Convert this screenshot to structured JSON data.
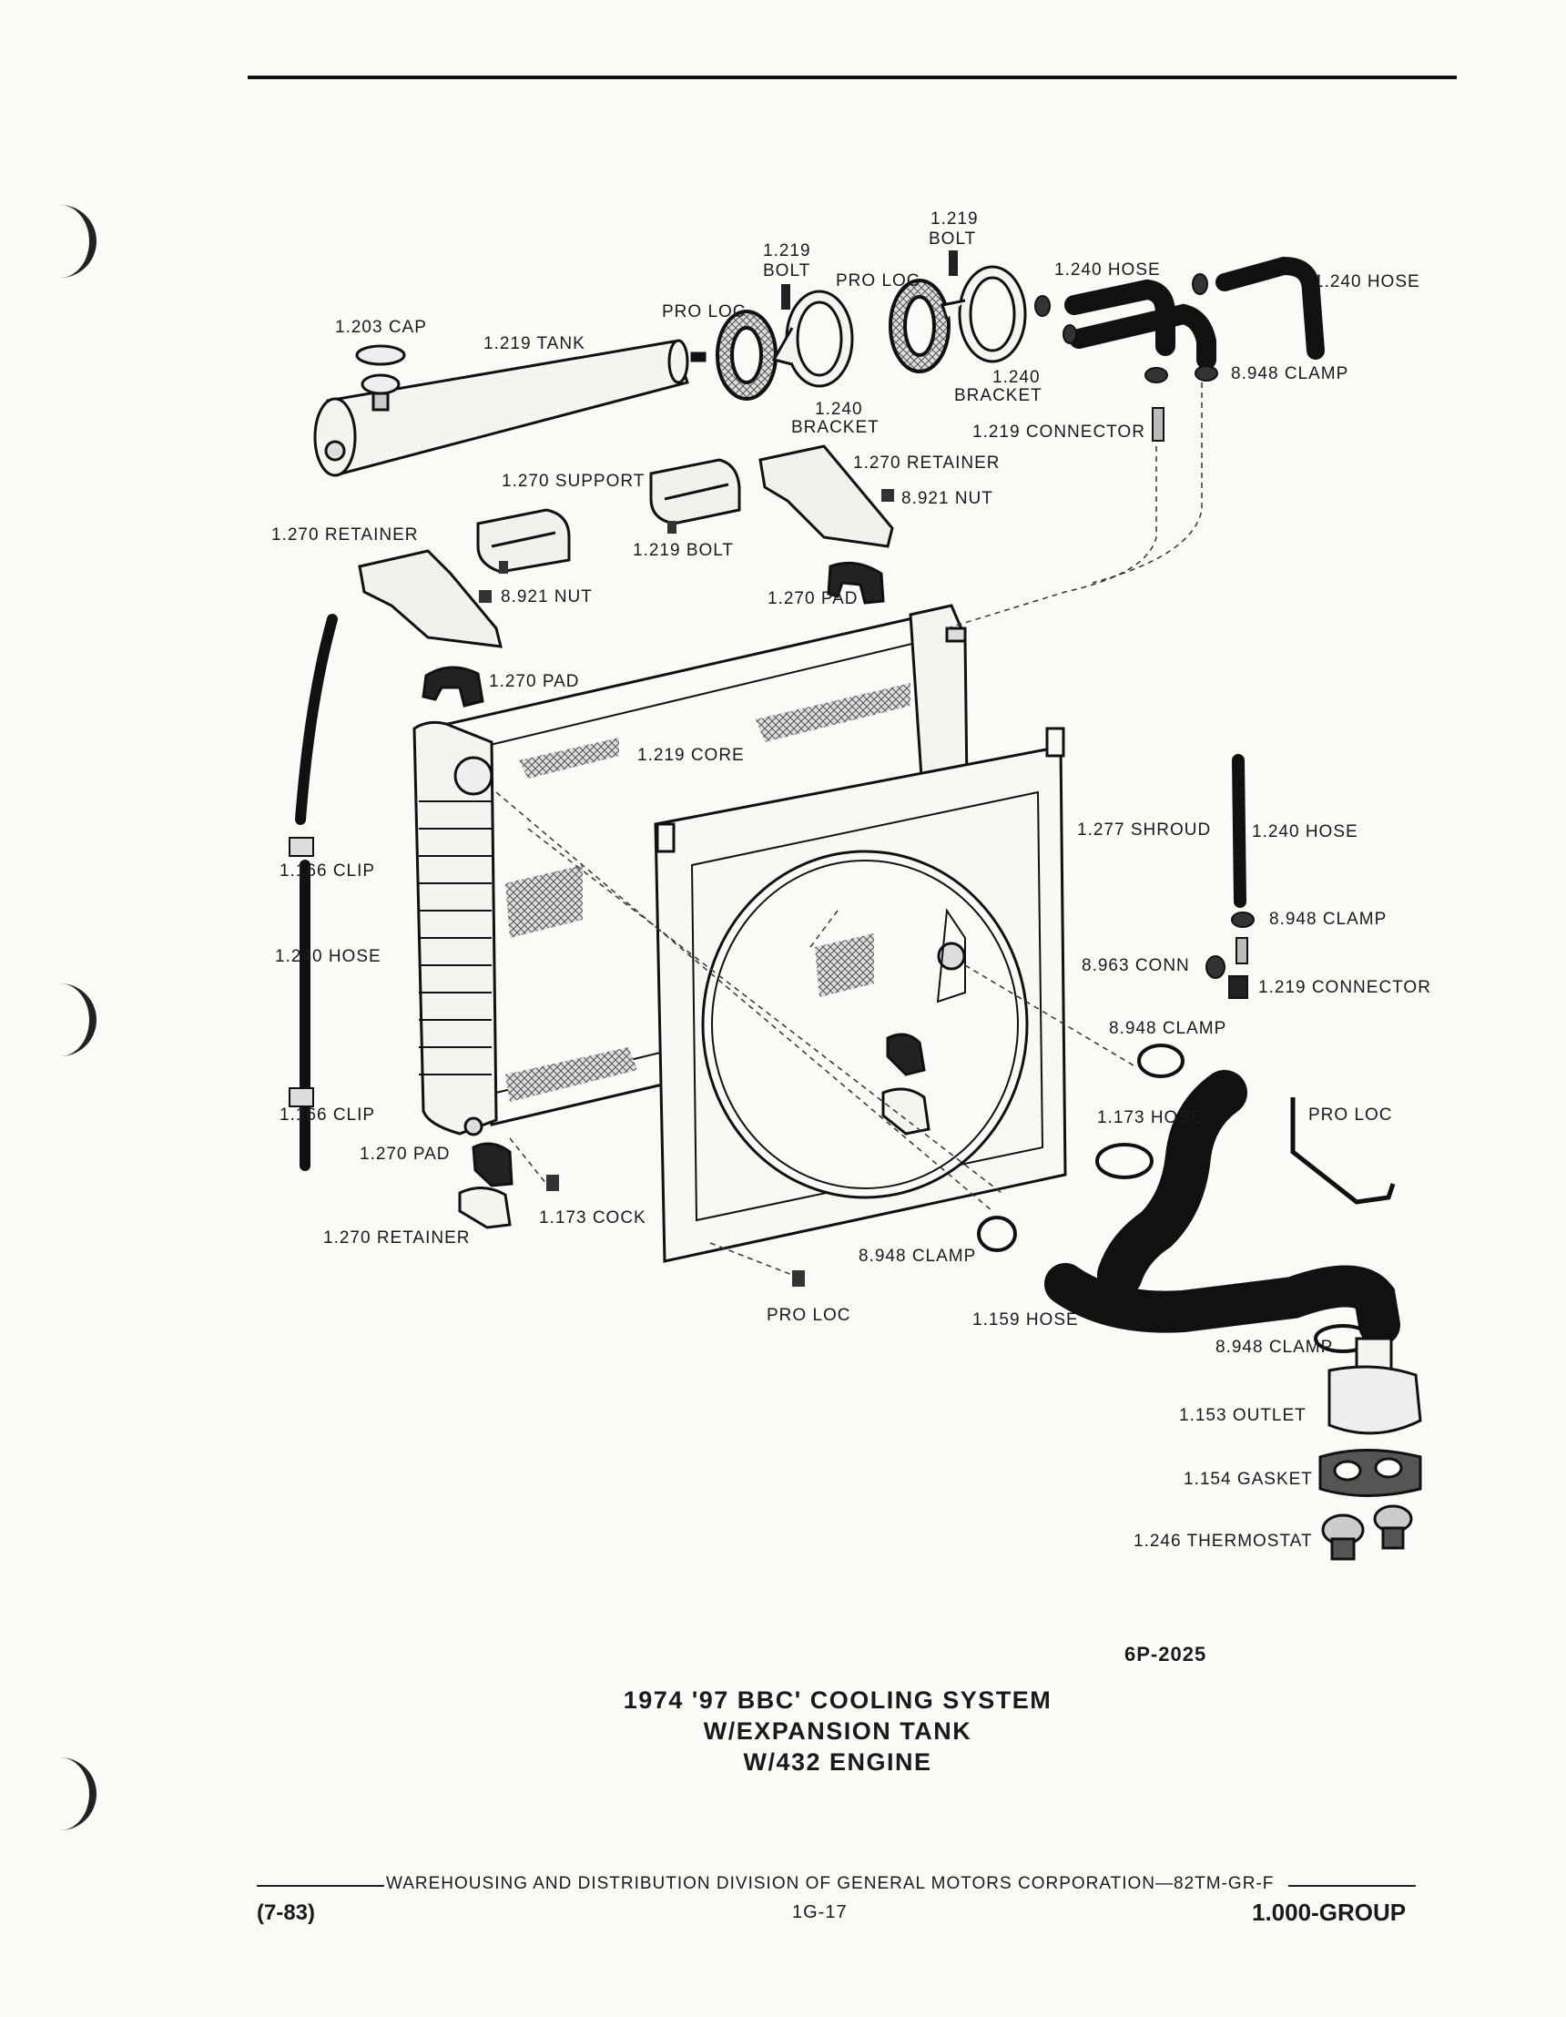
{
  "labels": {
    "bolt_1219_a_num": "1.219",
    "bolt_1219_a_txt": "BOLT",
    "bolt_1219_b_num": "1.219",
    "bolt_1219_b_txt": "BOLT",
    "pro_loc_a": "PRO LOC",
    "pro_loc_b": "PRO LOC",
    "hose_1240_a": "1.240 HOSE",
    "hose_1240_b": "1.240 HOSE",
    "cap_1203": "1.203 CAP",
    "tank_1219": "1.219 TANK",
    "clamp_8948_a": "8.948 CLAMP",
    "bracket_1240_a_num": "1.240",
    "bracket_1240_a_txt": "BRACKET",
    "bracket_1240_b_num": "1.240",
    "bracket_1240_b_txt": "BRACKET",
    "connector_1219_a": "1.219 CONNECTOR",
    "retainer_1270_a": "1.270 RETAINER",
    "support_1270": "1.270 SUPPORT",
    "nut_8921_a": "8.921 NUT",
    "retainer_1270_b": "1.270 RETAINER",
    "bolt_1219_c": "1.219 BOLT",
    "nut_8921_b": "8.921 NUT",
    "pad_1270_a": "1.270 PAD",
    "pad_1270_b": "1.270 PAD",
    "core_1219": "1.219 CORE",
    "shroud_1277": "1.277 SHROUD",
    "hose_1240_c": "1.240 HOSE",
    "clip_1166_a": "1.166 CLIP",
    "clamp_8948_b": "8.948 CLAMP",
    "hose_1240_d": "1.240 HOSE",
    "conn_8963": "8.963 CONN",
    "connector_1219_b": "1.219 CONNECTOR",
    "clamp_8948_c": "8.948 CLAMP",
    "clip_1166_b": "1.166 CLIP",
    "hose_1173": "1.173 HOSE",
    "pro_loc_c": "PRO LOC",
    "pad_1270_c": "1.270 PAD",
    "cock_1173": "1.173 COCK",
    "retainer_1270_c": "1.270 RETAINER",
    "clamp_8948_d": "8.948 CLAMP",
    "pro_loc_d": "PRO LOC",
    "hose_1159": "1.159 HOSE",
    "clamp_8948_e": "8.948 CLAMP",
    "outlet_1153": "1.153 OUTLET",
    "gasket_1154": "1.154 GASKET",
    "thermostat_1246": "1.246 THERMOSTAT"
  },
  "figure_code": "6P-2025",
  "title": {
    "line1": "1974 '97 BBC' COOLING SYSTEM",
    "line2": "W/EXPANSION TANK",
    "line3": "W/432 ENGINE"
  },
  "footer": {
    "text": "WAREHOUSING AND DISTRIBUTION  DIVISION OF GENERAL MOTORS CORPORATION—82TM-GR-F",
    "date": "(7-83)",
    "page": "1G-17",
    "group": "1.000-GROUP"
  }
}
